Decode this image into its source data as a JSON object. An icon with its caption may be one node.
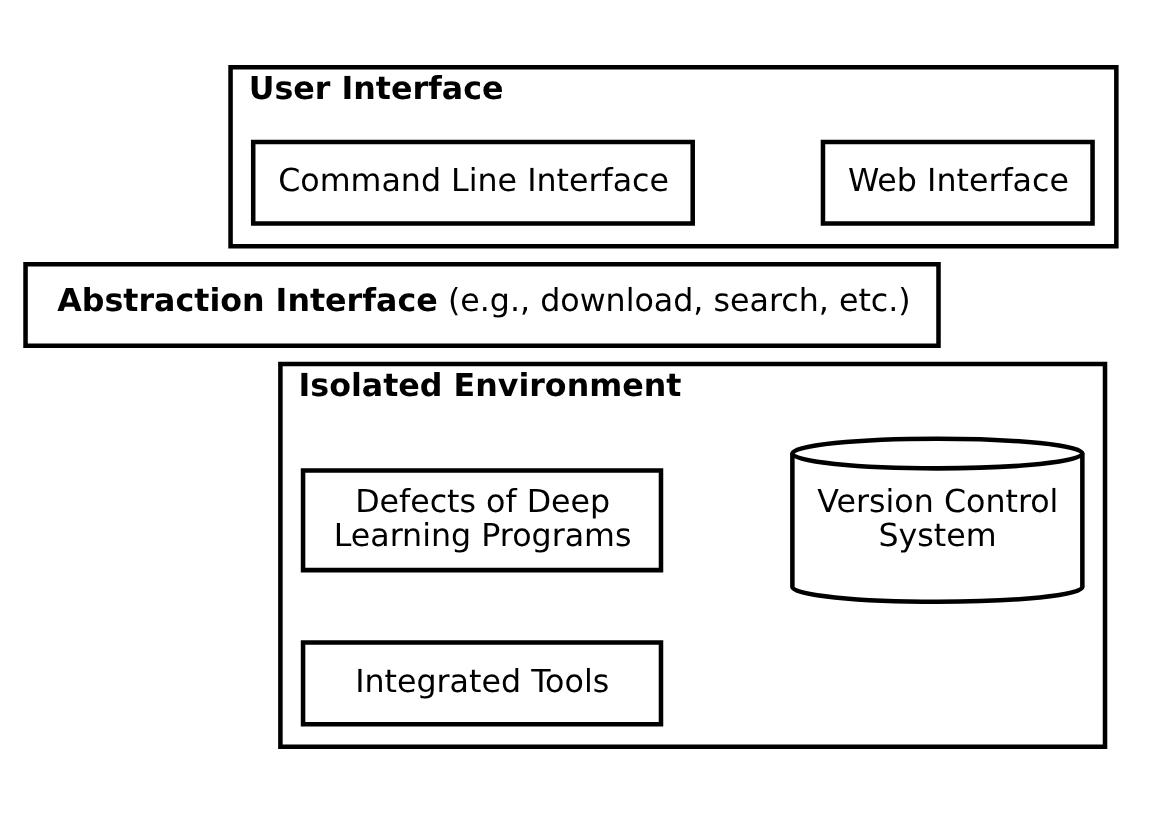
{
  "diagram": {
    "nodes": [
      {
        "text": [
          "User Interface"
        ]
      },
      {
        "text": [
          "Command Line Interface"
        ],
        "in": 0
      },
      {
        "text": [
          "Web Interface"
        ],
        "in": 0
      },
      {
        "text": [
          "Abstraction Interface",
          "(e.g., download, search, etc.)"
        ]
      },
      {
        "text": [
          "Isolated Environment"
        ]
      },
      {
        "text": [
          "Defects of Deep Learning Programs"
        ],
        "in": 4
      },
      {
        "text": [
          "Integrated Tools"
        ],
        "in": 4
      },
      {
        "text": [
          "Version Control System"
        ],
        "in": 4
      }
    ]
  }
}
